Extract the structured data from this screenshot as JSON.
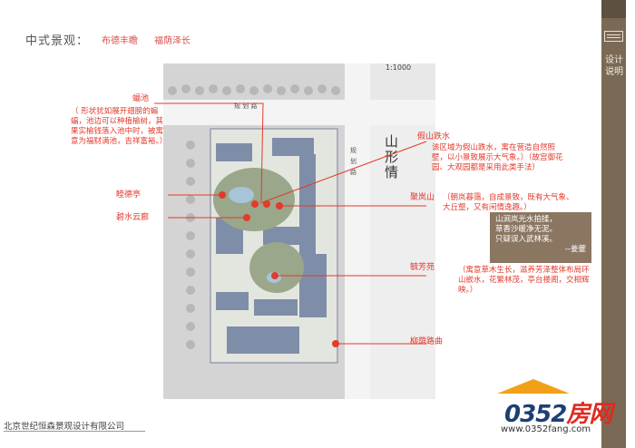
{
  "header": {
    "title": "中式景观：",
    "sub1": "布德丰瞻",
    "sub2": "福荫泽长"
  },
  "sidebar": {
    "label": "设计说明"
  },
  "plan": {
    "scale": "1:1000",
    "calligraphy": "山形情",
    "road_label_top": "规    划    路",
    "road_label_right": "规    划    路"
  },
  "callouts": {
    "bat_pool": {
      "title": "蝠池",
      "body": "（ 形状犹如展开翅膀的蝙蝠，池边可以种植榆树，其果实榆钱落入池中时，被寓意为福财满池，吉祥富裕。）"
    },
    "pavilion": {
      "title": "睦德亭"
    },
    "corridor": {
      "title": "碧水云廊"
    },
    "rockery": {
      "title": "假山跌水",
      "body": "该区域为假山跌水，寓在营造自然照壁，以小景致展示大气象。）（故宫御花园、大观园都是采用此类手法）"
    },
    "gather_hill": {
      "title": "聚岚山",
      "body": "（朝岚暮霭，自成景致，既有大气象、大丘壑，又有闲情逸趣。）"
    },
    "fragrance_garden": {
      "title": "毓芳苑",
      "body": "（寓意草木生长，滋养芳泽整体布局环山嵌水，花繁林茂，亭台楼阁，交相辉映。）"
    },
    "willow_path": {
      "title": "柳荫路曲"
    }
  },
  "poem": {
    "lines": [
      "山涧岚光水拍揉，",
      "草香沙暖净无泥。",
      "只疑误入武林溪。"
    ],
    "author": "--姜夔"
  },
  "footer": {
    "company": "北京世纪恒森景观设计有限公司"
  },
  "logo": {
    "brand_num": "0352",
    "brand_cn": "房网",
    "url": "www.0352fang.com"
  },
  "colors": {
    "callout": "#e23a2c",
    "sidebar": "#7a6a55",
    "poem_bg": "#8b7662",
    "building": "#7f8ea8",
    "landscape": "#9aa78a"
  }
}
